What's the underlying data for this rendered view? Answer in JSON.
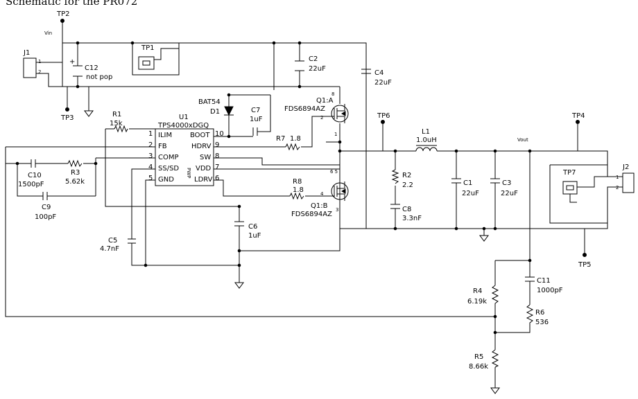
{
  "title": "Schematic for the PR072",
  "net_labels": {
    "vin": "Vin",
    "vout": "Vout"
  },
  "ic": {
    "ref": "U1",
    "part": "TPS4000xDGQ",
    "pins_left": [
      {
        "num": "1",
        "name": "ILIM"
      },
      {
        "num": "2",
        "name": "FB"
      },
      {
        "num": "3",
        "name": "COMP"
      },
      {
        "num": "4",
        "name": "SS/SD"
      },
      {
        "num": "5",
        "name": "GND"
      }
    ],
    "pins_right": [
      {
        "num": "10",
        "name": "BOOT"
      },
      {
        "num": "9",
        "name": "HDRV"
      },
      {
        "num": "8",
        "name": "SW"
      },
      {
        "num": "7",
        "name": "VDD"
      },
      {
        "num": "6",
        "name": "LDRV"
      }
    ],
    "pwp": "PWP"
  },
  "connectors": {
    "j1": {
      "ref": "J1",
      "pin1": "1",
      "pin2": "2"
    },
    "j2": {
      "ref": "J2",
      "pin1": "1",
      "pin2": "2"
    }
  },
  "testpoints": {
    "tp1": "TP1",
    "tp2": "TP2",
    "tp3": "TP3",
    "tp4": "TP4",
    "tp5": "TP5",
    "tp6": "TP6",
    "tp7": "TP7"
  },
  "components": {
    "c12": {
      "ref": "C12",
      "value": "not pop",
      "polarity": "+"
    },
    "c2": {
      "ref": "C2",
      "value": "22uF"
    },
    "c4": {
      "ref": "C4",
      "value": "22uF"
    },
    "d1": {
      "ref": "D1",
      "part": "BAT54"
    },
    "c7": {
      "ref": "C7",
      "value": "1uF"
    },
    "r1": {
      "ref": "R1",
      "value": "15k"
    },
    "r7": {
      "ref": "R7",
      "value": "1.8"
    },
    "r8": {
      "ref": "R8",
      "value": "1.8"
    },
    "c10": {
      "ref": "C10",
      "value": "1500pF"
    },
    "r3": {
      "ref": "R3",
      "value": "5.62k"
    },
    "c9": {
      "ref": "C9",
      "value": "100pF"
    },
    "c5": {
      "ref": "C5",
      "value": "4.7nF"
    },
    "c6": {
      "ref": "C6",
      "value": "1uF"
    },
    "q1a": {
      "ref": "Q1:A",
      "part": "FDS6894AZ",
      "pin_top": "8",
      "pin_gate": "2",
      "pin_bottom": "1"
    },
    "q1b": {
      "ref": "Q1:B",
      "part": "FDS6894AZ",
      "pin_top": "6 5",
      "pin_gate": "4",
      "pin_bottom": "3"
    },
    "l1": {
      "ref": "L1",
      "value": "1.0uH"
    },
    "r2": {
      "ref": "R2",
      "value": "2.2"
    },
    "c8": {
      "ref": "C8",
      "value": "3.3nF"
    },
    "c1": {
      "ref": "C1",
      "value": "22uF"
    },
    "c3": {
      "ref": "C3",
      "value": "22uF"
    },
    "c11": {
      "ref": "C11",
      "value": "1000pF"
    },
    "r4": {
      "ref": "R4",
      "value": "6.19k"
    },
    "r6": {
      "ref": "R6",
      "value": "536"
    },
    "r5": {
      "ref": "R5",
      "value": "8.66k"
    }
  }
}
